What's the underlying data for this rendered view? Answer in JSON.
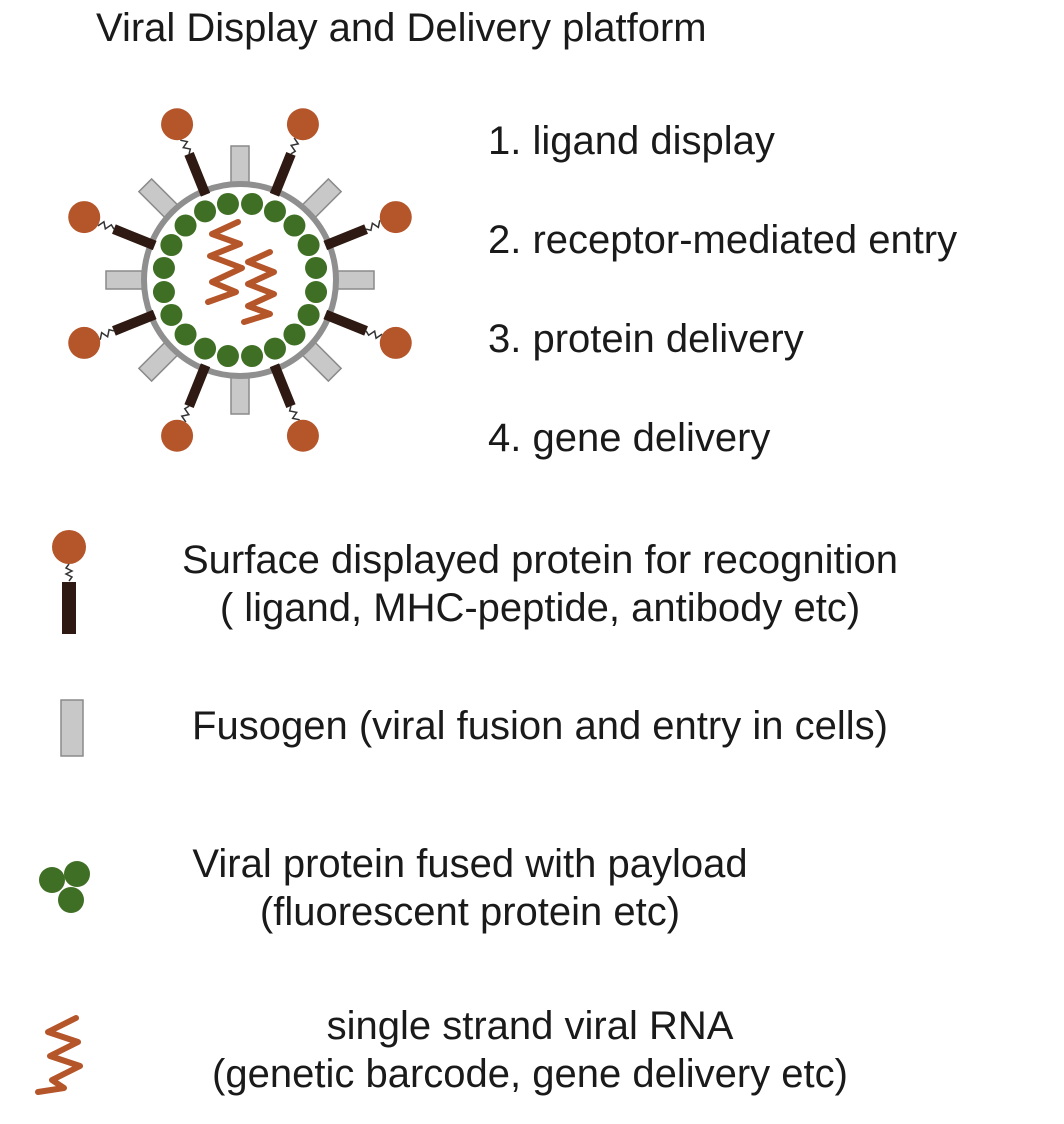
{
  "title": "Viral Display and Delivery platform",
  "uses": [
    "1. ligand display",
    "2. receptor-mediated entry",
    "3. protein delivery",
    "4. gene delivery"
  ],
  "legend": {
    "surface_protein": {
      "line1": "Surface displayed protein for recognition",
      "line2": "( ligand, MHC-peptide, antibody etc)"
    },
    "fusogen": {
      "line1": "Fusogen (viral fusion and entry in cells)"
    },
    "viral_protein": {
      "line1": "Viral protein fused with payload",
      "line2": "(fluorescent protein etc)"
    },
    "rna": {
      "line1": "single strand viral RNA",
      "line2": "(genetic barcode, gene delivery etc)"
    }
  },
  "colors": {
    "ligand_head": "#b5552a",
    "stalk": "#2e1a12",
    "fusogen": "#c8c8c8",
    "envelope": "#8f8f8f",
    "viral_protein": "#3f6f24",
    "rna": "#b5552a"
  },
  "icons": [
    "virion-icon",
    "ligand-protein-icon",
    "fusogen-icon",
    "viral-protein-cluster-icon",
    "rna-strand-icon"
  ]
}
